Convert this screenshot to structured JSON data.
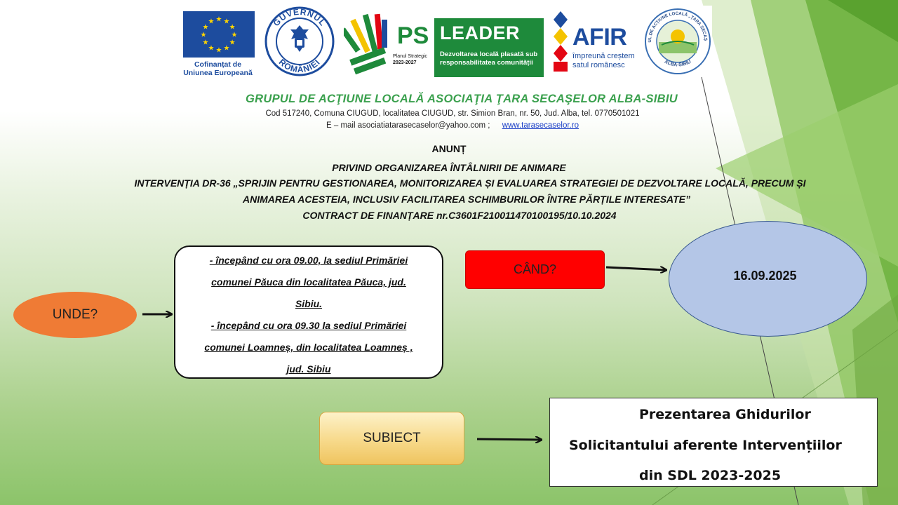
{
  "logos": {
    "eu": {
      "caption_line1": "Cofinanțat de",
      "caption_line2": "Uniunea Europeană",
      "flag_color": "#1d4c9e"
    },
    "guvern": {
      "top_text": "GUVERNUL",
      "bottom_text": "ROMÂNIEI"
    },
    "ps": {
      "letters": "PS",
      "line1": "Planul Strategic",
      "line2": "2023-2027"
    },
    "leader": {
      "title": "LEADER",
      "line1": "Dezvoltarea locală plasată sub",
      "line2": "responsabilitatea comunității"
    },
    "afir": {
      "title": "AFIR",
      "line1": "împreună creștem",
      "line2": "satul românesc"
    },
    "gal": {
      "ring_text": "GRUPUL DE ACȚIUNE LOCALĂ „ȚARA SECAȘELOR”",
      "bottom_text": "ALBA-SIBIU"
    }
  },
  "header": {
    "organization": "GRUPUL  DE ACŢIUNE LOCALĂ ASOCIAŢIA ŢARA SECAŞELOR ALBA-SIBIU",
    "address": "Cod 517240, Comuna CIUGUD, localitatea CIUGUD, str. Simion Bran, nr. 50, Jud. Alba, tel. 0770501021",
    "email_prefix": "E – mail asociatiatarasecaselor@yahoo.com ;",
    "website": "www.tarasecaselor.ro"
  },
  "announcement": {
    "title": "ANUNȚ",
    "line1": "PRIVIND ORGANIZAREA ÎNTÂLNIRII  DE ANIMARE",
    "line2": "INTERVENȚIA DR-36 „SPRIJIN PENTRU GESTIONAREA, MONITORIZAREA ȘI EVALUAREA STRATEGIEI DE DEZVOLTARE LOCALĂ, PRECUM ȘI",
    "line3": "ANIMAREA ACESTEIA, INCLUSIV FACILITAREA SCHIMBURILOR ÎNTRE PĂRȚILE INTERESATE”",
    "line4": "CONTRACT DE FINANȚARE nr.C3601F210011470100195/10.10.2024"
  },
  "where": {
    "label": "UNDE?",
    "lines": [
      "- începând cu ora 09.00, la sediul Primăriei",
      "comunei Păuca din localitatea Păuca, jud.",
      "Sibiu.",
      "- începând cu ora 09.30 la sediul Primăriei",
      "comunei Loamneș, din localitatea Loamneș ,",
      "jud. Sibiu"
    ]
  },
  "when": {
    "label": "CÂND?",
    "date": "16.09.2025"
  },
  "subject": {
    "label": "SUBIECT",
    "line1": "Prezentarea Ghidurilor",
    "line2": "Solicitantului aferente Intervențiilor",
    "line3": "din SDL 2023-2025"
  },
  "colors": {
    "org_green": "#3aa04d",
    "unde_orange": "#ef7b35",
    "cand_red": "#ff0000",
    "date_blue": "#b4c6e7",
    "leader_green": "#1e8a3b"
  }
}
